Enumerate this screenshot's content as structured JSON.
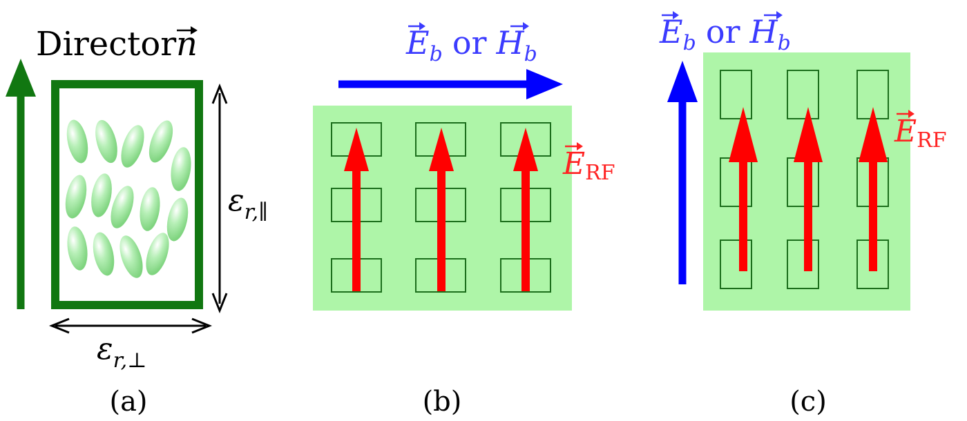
{
  "panels": {
    "a": {
      "caption": "(a)",
      "director_label": "Director",
      "director_symbol": "n",
      "eps_parallel": "ε",
      "eps_parallel_sub": "r,∥",
      "eps_perp": "ε",
      "eps_perp_sub": "r,⊥"
    },
    "b": {
      "caption": "(b)",
      "bias_label_e": "E",
      "bias_label_sub": "b",
      "bias_or": "or",
      "bias_label_h": "H",
      "rf_label": "E",
      "rf_sub": "RF"
    },
    "c": {
      "caption": "(c)",
      "bias_label_e": "E",
      "bias_label_sub": "b",
      "bias_or": "or",
      "bias_label_h": "H",
      "rf_label": "E",
      "rf_sub": "RF"
    }
  },
  "colors": {
    "director": "#117711",
    "ellipse_fill": "#9ee39e",
    "block_fill": "#aef5a8",
    "cell_stroke": "#1c6e1c",
    "bias_arrow": "#0000ff",
    "rf_arrow": "#ff0000",
    "bias_text": "#3b3bff",
    "rf_text": "#ff2222",
    "black": "#000000"
  }
}
